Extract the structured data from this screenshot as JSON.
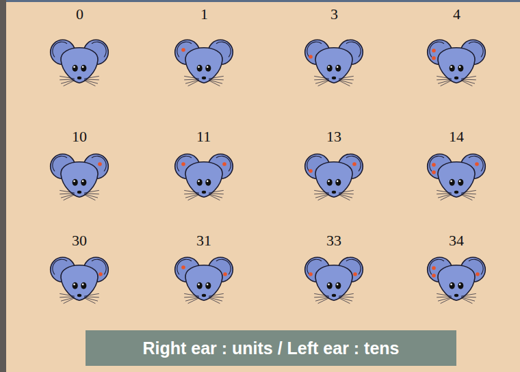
{
  "diagram": {
    "caption": "Right ear : units / Left ear : tens",
    "labels": [
      "0",
      "1",
      "3",
      "4",
      "10",
      "11",
      "13",
      "14",
      "30",
      "31",
      "33",
      "34"
    ]
  }
}
